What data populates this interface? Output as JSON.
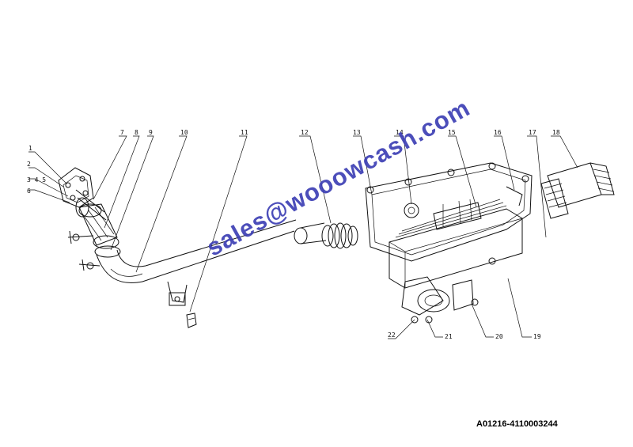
{
  "drawing": {
    "callouts": [
      "1",
      "2",
      "3 4 5",
      "6",
      "7",
      "8",
      "9",
      "10",
      "11",
      "12",
      "13",
      "14",
      "15",
      "16",
      "17",
      "18",
      "19",
      "20",
      "21",
      "22"
    ],
    "watermark": "sales@wooowcash.com",
    "part_code": "A01216-4110003244"
  },
  "colors": {
    "line": "#111111",
    "watermark": "#3d3fb5",
    "background": "#ffffff"
  }
}
